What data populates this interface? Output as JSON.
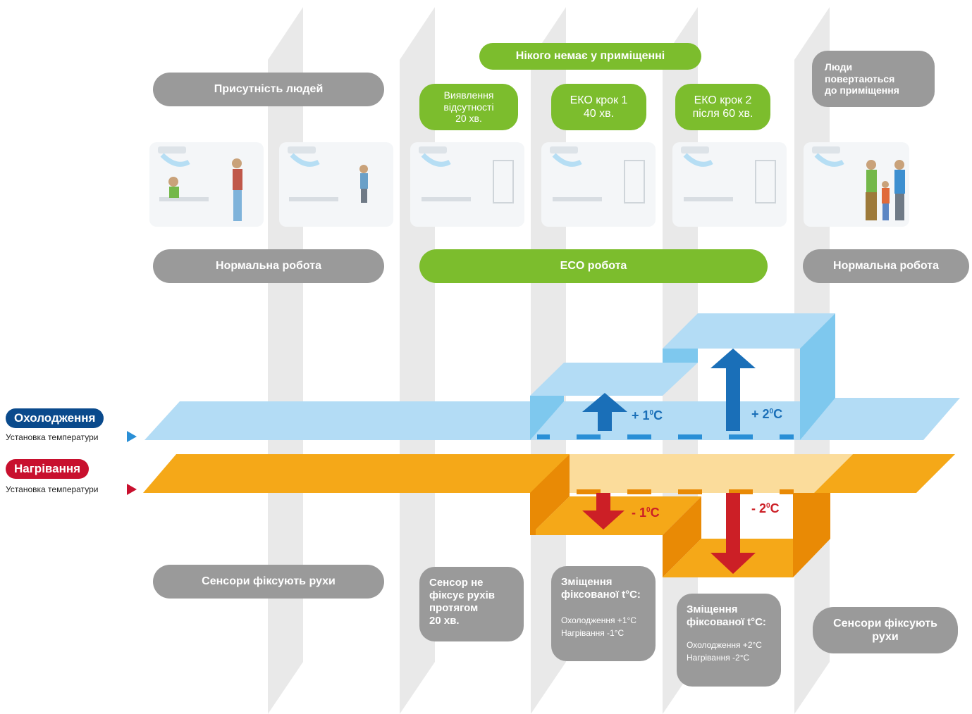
{
  "top": {
    "nobody_home": "Нікого немає у приміщенні",
    "presence": "Присутність людей",
    "absence_detect": [
      "Виявлення",
      "відсутності",
      "20 хв."
    ],
    "eco_step1": [
      "ЕКО крок 1",
      "40 хв."
    ],
    "eco_step2": [
      "ЕКО крок 2",
      "після 60 хв."
    ],
    "people_return": [
      "Люди",
      "повертаються",
      "до приміщення"
    ]
  },
  "mode_row": {
    "normal_left": "Нормальна робота",
    "eco": "ECO робота",
    "normal_right": "Нормальна робота"
  },
  "legend": {
    "cooling": "Охолодження",
    "cooling_sub": "Установка температури",
    "heating": "Нагрівання",
    "heating_sub": "Установка температури",
    "cooling_color": "#0a4a8c",
    "heating_color": "#c8102e"
  },
  "deltas": {
    "cool_1": "+ 1",
    "cool_2": "+ 2",
    "heat_1": "- 1",
    "heat_2": "- 2",
    "unit_sup": "0",
    "unit": "C"
  },
  "bottom": {
    "sensors_left": "Сенсори фіксують рухи",
    "no_motion": [
      "Сенсор не",
      "фіксує рухів",
      "протягом",
      "20 хв."
    ],
    "offset1_title": [
      "Зміщення",
      "фіксованої t°C:"
    ],
    "offset1_lines": [
      "Охолодження +1°C",
      "Нагрівання -1°C"
    ],
    "offset2_title": [
      "Зміщення",
      "фіксованої t°C:"
    ],
    "offset2_lines": [
      "Охолодження +2°C",
      "Нагрівання -2°C"
    ],
    "sensors_right": [
      "Сенсори фіксують",
      "рухи"
    ]
  },
  "colors": {
    "cool_band": "#b3dcf5",
    "cool_side": "#7ec8ee",
    "heat_band": "#f5a818",
    "heat_side": "#e98a05",
    "heat_light": "#fbdc9b",
    "cool_arrow": "#1a6fb8",
    "heat_arrow": "#cc1f26",
    "divider": "#e6e6e6"
  }
}
